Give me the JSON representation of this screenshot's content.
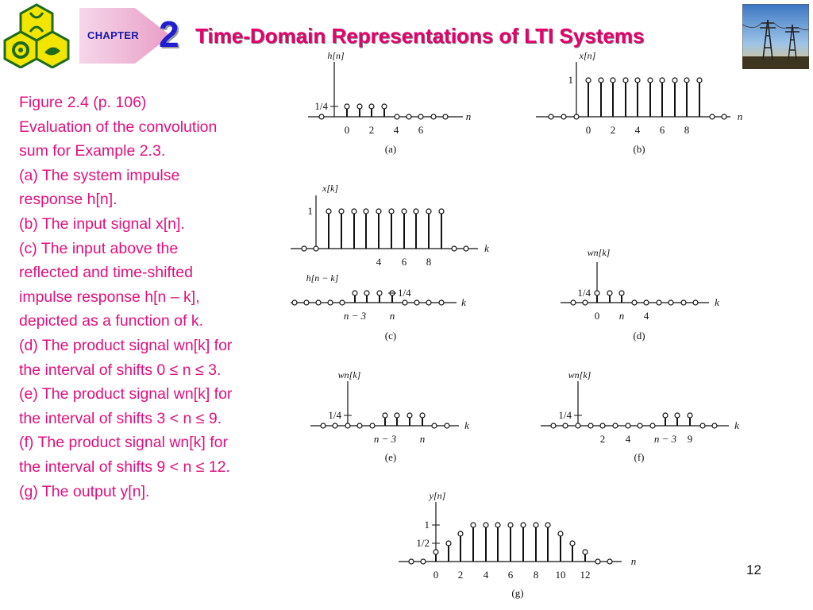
{
  "header": {
    "chapter_label": "CHAPTER",
    "chapter_number": "2",
    "title": "Time-Domain Representations of LTI Systems"
  },
  "caption": {
    "lines": [
      "Figure 2.4  (p. 106)",
      "Evaluation of the convolution",
      "sum for Example 2.3.",
      "(a) The system impulse",
      "response h[n].",
      "(b) The input signal x[n].",
      "(c) The input above the",
      "reflected and time-shifted",
      "impulse response h[n – k],",
      "depicted as a function of k.",
      "(d) The product signal wn[k] for",
      "the interval of shifts 0 ≤ n ≤  3.",
      "(e) The product signal wn[k] for",
      "the interval of shifts 3 < n ≤  9.",
      "(f) The product signal wn[k] for",
      "the interval of shifts 9 < n ≤ 12.",
      "(g) The output y[n]."
    ]
  },
  "figure": {
    "a": {
      "ylabel": "h[n]",
      "xlabel": "n",
      "level_label": "1/4",
      "ticks": [
        "0",
        "2",
        "4",
        "6"
      ],
      "panel": "(a)"
    },
    "b": {
      "ylabel": "x[n]",
      "xlabel": "n",
      "level_label": "1",
      "ticks": [
        "0",
        "2",
        "4",
        "6",
        "8"
      ],
      "panel": "(b)"
    },
    "c_top": {
      "ylabel": "x[k]",
      "xlabel": "k",
      "level_label": "1",
      "ticks": [
        "4",
        "6",
        "8"
      ]
    },
    "c_bottom": {
      "ylabel": "h[n − k]",
      "xlabel": "k",
      "level_label": "1/4",
      "ticks": [
        "n − 3",
        "n"
      ],
      "panel": "(c)"
    },
    "d": {
      "ylabel": "wn[k]",
      "xlabel": "k",
      "level_label": "1/4",
      "ticks": [
        "0",
        "n",
        "4"
      ],
      "panel": "(d)"
    },
    "e": {
      "ylabel": "wn[k]",
      "xlabel": "k",
      "level_label": "1/4",
      "ticks": [
        "n − 3",
        "n"
      ],
      "panel": "(e)"
    },
    "f": {
      "ylabel": "wn[k]",
      "xlabel": "k",
      "level_label": "1/4",
      "ticks": [
        "2",
        "4",
        "n − 3",
        "9"
      ],
      "panel": "(f)"
    },
    "g": {
      "ylabel": "y[n]",
      "xlabel": "n",
      "level_labels": [
        "1",
        "1/2"
      ],
      "ticks": [
        "0",
        "2",
        "4",
        "6",
        "8",
        "10",
        "12"
      ],
      "panel": "(g)"
    }
  },
  "page_number": "12",
  "colors": {
    "title": "#e6006e",
    "caption": "#e0107e",
    "chapter_number": "#1f1fd0",
    "chapter_label": "#1a1aa6"
  }
}
